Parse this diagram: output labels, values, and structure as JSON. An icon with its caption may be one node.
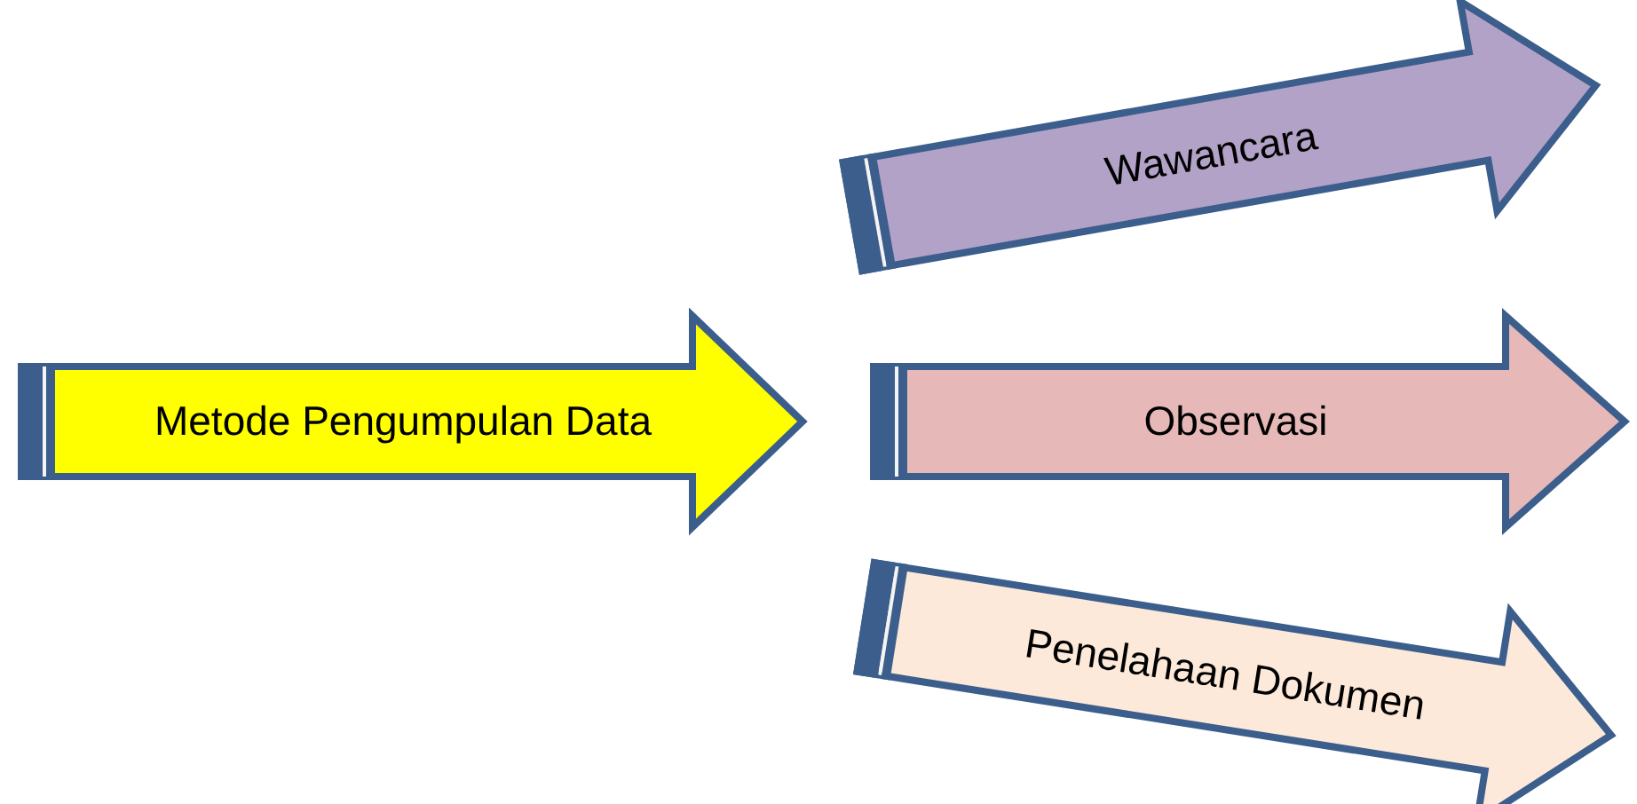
{
  "diagram": {
    "nodes": [
      {
        "text": [
          "Metode Pengumpulan Data"
        ]
      },
      {
        "text": [
          "Wawancara"
        ]
      },
      {
        "text": [
          "Observasi"
        ]
      },
      {
        "text": [
          "Penelahaan Dokumen"
        ]
      }
    ]
  }
}
